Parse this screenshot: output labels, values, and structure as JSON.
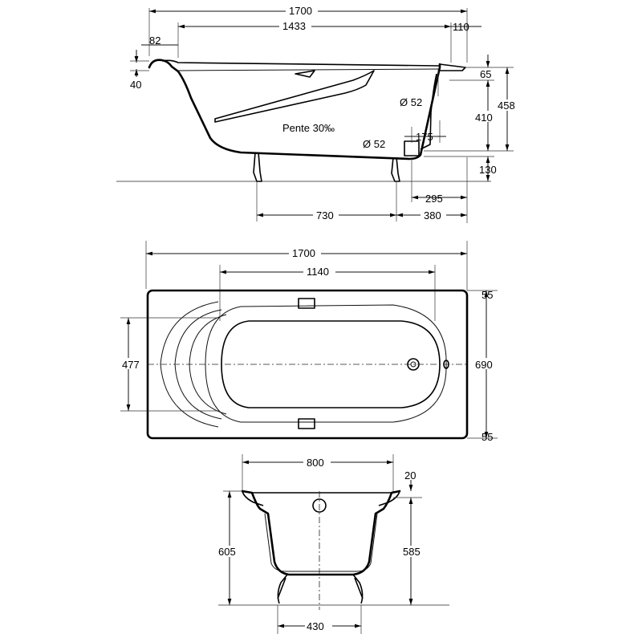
{
  "side_view": {
    "dims": {
      "overall_length": "1700",
      "inner_length": "1433",
      "rim_left": "82",
      "rim_right": "110",
      "rim_thickness": "40",
      "rim_height": "65",
      "depth_inner": "410",
      "depth_total": "458",
      "overflow_diameter": "Ø 52",
      "drain_diameter": "Ø 52",
      "drain_offset": "175",
      "floor_clearance": "130",
      "drain_to_end": "295",
      "leg_spacing": "730",
      "leg_to_end": "380"
    },
    "slope_label": "Pente 30‰"
  },
  "top_view": {
    "dims": {
      "overall_length": "1700",
      "basin_length": "1140",
      "basin_width": "477",
      "overall_width": "690",
      "rim_top": "55",
      "rim_bottom": "55"
    }
  },
  "end_view": {
    "dims": {
      "width": "800",
      "rim": "20",
      "total_height": "605",
      "inner_height": "585",
      "leg_spacing": "430"
    }
  }
}
